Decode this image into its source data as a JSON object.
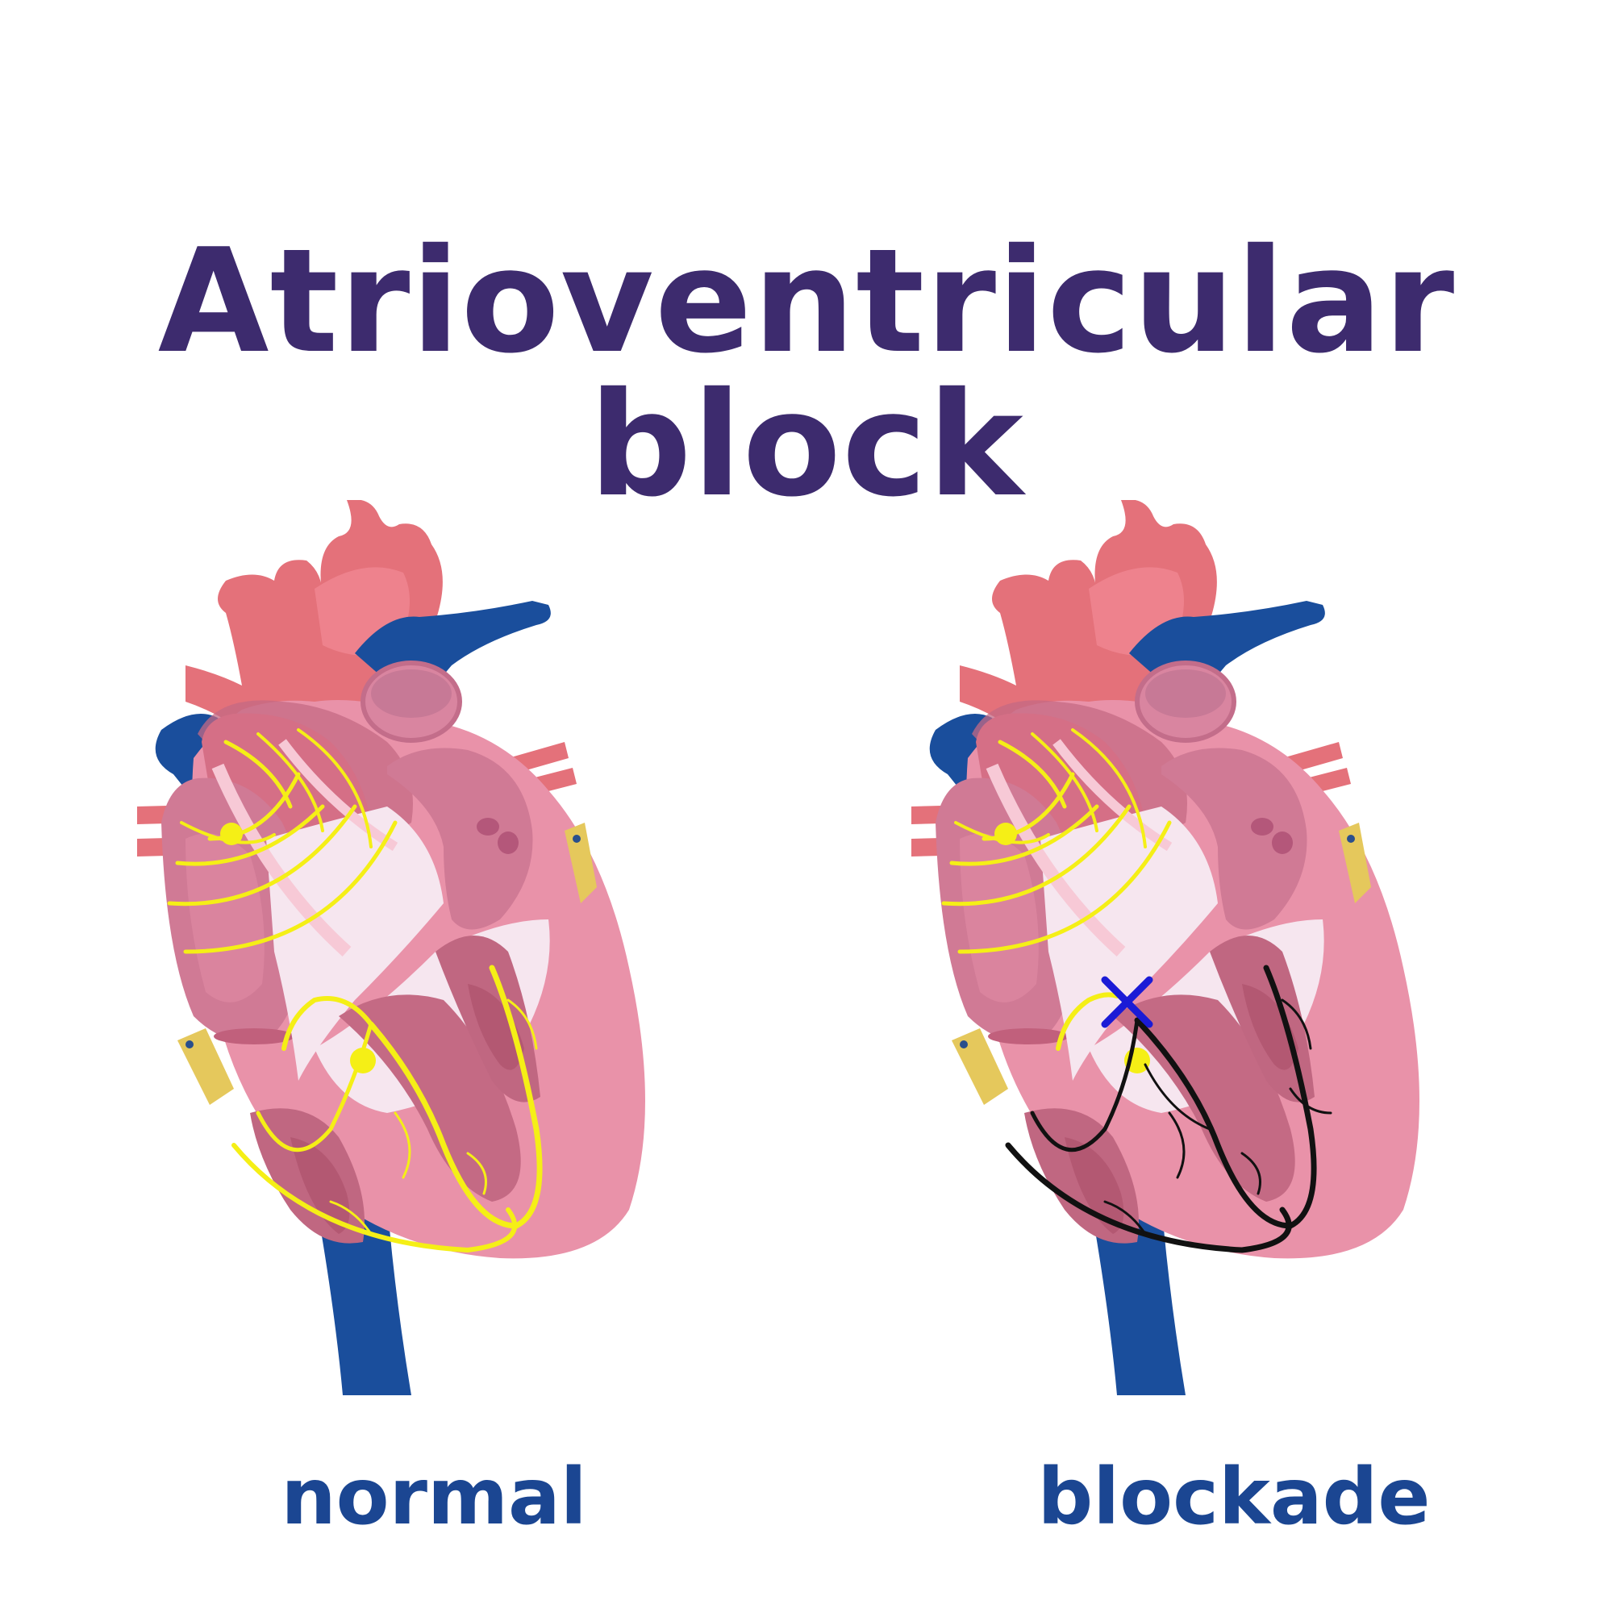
{
  "title": "Atrioventricular block",
  "panels": [
    {
      "caption": "normal"
    },
    {
      "caption": "blockade"
    }
  ],
  "colors": {
    "title": "#3d2b6e",
    "caption": "#1b4692",
    "vessel_blue": "#1a4e9c",
    "muscle_outer": "#e4717a",
    "muscle_inner": "#eea1b6",
    "chamber": "#f6e6ef",
    "valve": "#c97a93",
    "conduction_normal": "#f5ef16",
    "conduction_blocked": "#111111",
    "block_mark": "#1b1bd6"
  }
}
